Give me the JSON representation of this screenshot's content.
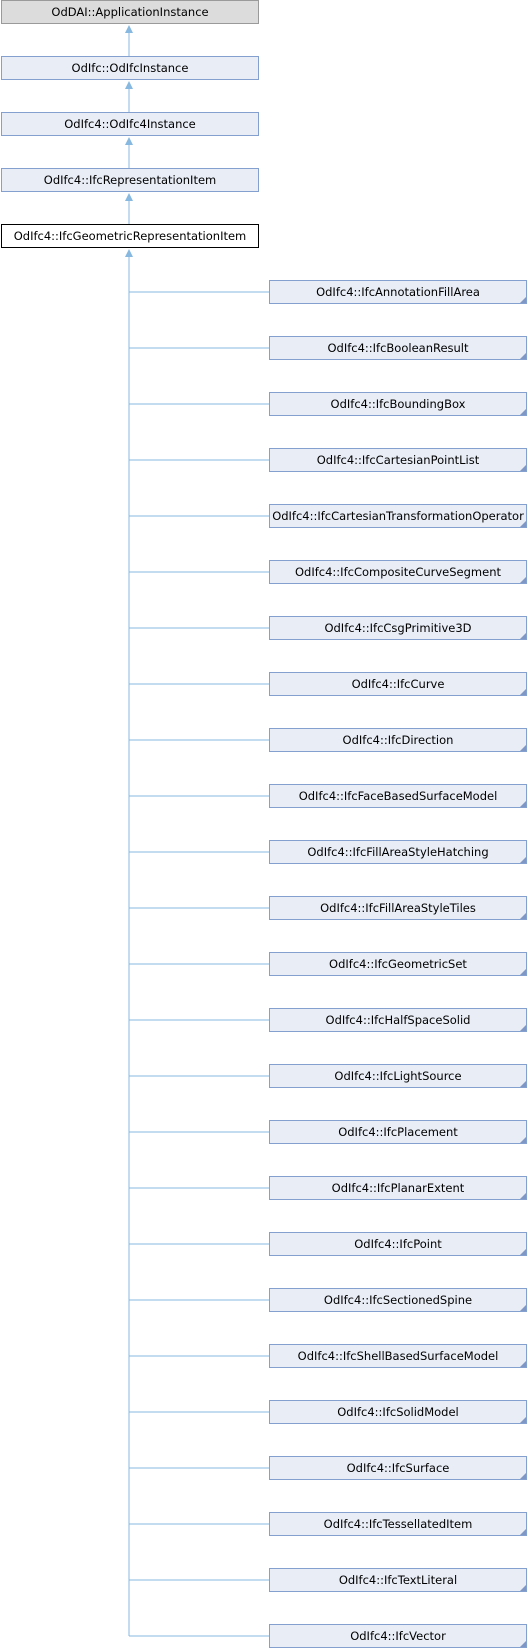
{
  "colors": {
    "edge": "#87b8e0",
    "node_fill": "#e8edf6",
    "node_border": "#84a0cf",
    "root_fill": "#dcdcdc",
    "current_fill": "#ffffff",
    "current_border": "#000000"
  },
  "ancestors": [
    "OdDAI::ApplicationInstance",
    "OdIfc::OdIfcInstance",
    "OdIfc4::OdIfc4Instance",
    "OdIfc4::IfcRepresentationItem"
  ],
  "current": "OdIfc4::IfcGeometricRepresentationItem",
  "children": [
    "OdIfc4::IfcAnnotationFillArea",
    "OdIfc4::IfcBooleanResult",
    "OdIfc4::IfcBoundingBox",
    "OdIfc4::IfcCartesianPointList",
    "OdIfc4::IfcCartesianTransformationOperator",
    "OdIfc4::IfcCompositeCurveSegment",
    "OdIfc4::IfcCsgPrimitive3D",
    "OdIfc4::IfcCurve",
    "OdIfc4::IfcDirection",
    "OdIfc4::IfcFaceBasedSurfaceModel",
    "OdIfc4::IfcFillAreaStyleHatching",
    "OdIfc4::IfcFillAreaStyleTiles",
    "OdIfc4::IfcGeometricSet",
    "OdIfc4::IfcHalfSpaceSolid",
    "OdIfc4::IfcLightSource",
    "OdIfc4::IfcPlacement",
    "OdIfc4::IfcPlanarExtent",
    "OdIfc4::IfcPoint",
    "OdIfc4::IfcSectionedSpine",
    "OdIfc4::IfcShellBasedSurfaceModel",
    "OdIfc4::IfcSolidModel",
    "OdIfc4::IfcSurface",
    "OdIfc4::IfcTessellatedItem",
    "OdIfc4::IfcTextLiteral",
    "OdIfc4::IfcVector"
  ]
}
